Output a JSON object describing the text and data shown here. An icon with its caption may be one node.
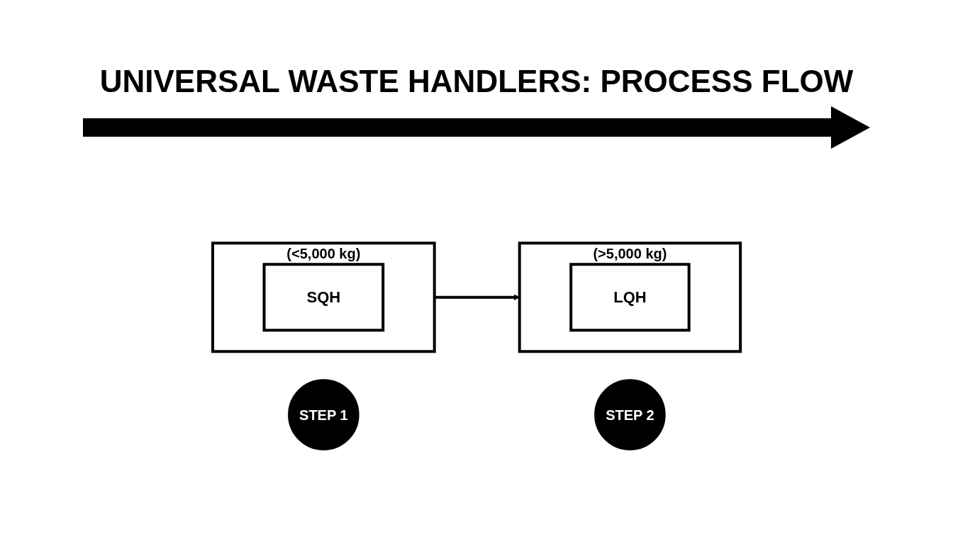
{
  "diagram": {
    "title": "UNIVERSAL WASTE HANDLERS: PROCESS FLOW",
    "nodes": [
      {
        "text": [
          "STEP 1"
        ]
      },
      {
        "text": [
          "(<5,000 kg)"
        ]
      },
      {
        "text": [
          "SQH"
        ],
        "in": 1
      },
      {
        "text": [
          "STEP 2"
        ]
      },
      {
        "text": [
          "(>5,000 kg)"
        ]
      },
      {
        "text": [
          "LQH"
        ],
        "in": 4
      }
    ],
    "edges": [
      {
        "from": 1,
        "to": 4,
        "arrow": "to"
      }
    ]
  }
}
